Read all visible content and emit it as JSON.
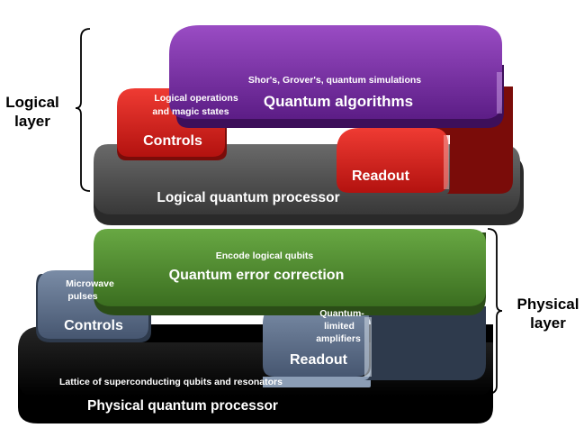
{
  "side_labels": {
    "logical": [
      "Logical",
      "layer"
    ],
    "physical": [
      "Physical",
      "layer"
    ]
  },
  "blocks": {
    "quantum_algorithms": {
      "title": "Quantum algorithms",
      "subtitle": "Shor's, Grover's, quantum simulations",
      "color": "#7b2fa6"
    },
    "logical_controls": {
      "title": "Controls",
      "subtitle": [
        "Logical operations",
        "and magic states"
      ],
      "color": "#d9241f"
    },
    "logical_readout": {
      "title": "Readout",
      "color": "#d9241f"
    },
    "logical_processor": {
      "title": "Logical quantum processor",
      "color": "#4a4a4a"
    },
    "error_correction": {
      "title": "Quantum error correction",
      "subtitle": "Encode logical qubits",
      "color": "#4f8a2e"
    },
    "physical_controls": {
      "title": "Controls",
      "subtitle": [
        "Microwave",
        "pulses"
      ],
      "color": "#5e7089"
    },
    "physical_readout": {
      "title": "Readout",
      "subtitle": [
        "Quantum-",
        "limited",
        "amplifiers"
      ],
      "color": "#5e7089"
    },
    "physical_processor": {
      "title": "Physical quantum processor",
      "subtitle": "Lattice of superconducting qubits and resonators",
      "color": "#0a0a0a"
    }
  }
}
